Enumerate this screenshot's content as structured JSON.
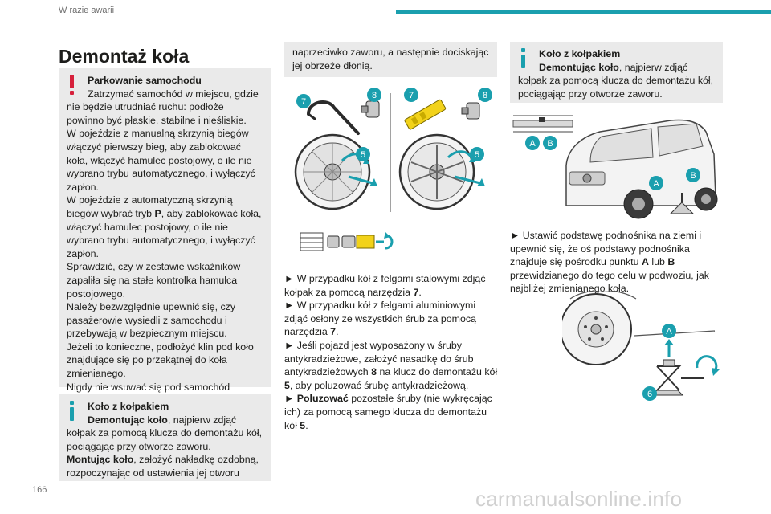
{
  "header": {
    "section": "W razie awarii",
    "accent": "#1a9fae"
  },
  "page_number": "166",
  "watermark": "carmanualsonline.info",
  "title": "Demontaż koła",
  "warning_note": {
    "heading": "Parkowanie samochodu",
    "first_line": "Zatrzymać samochód w miejscu, gdzie",
    "rest": "nie będzie utrudniać ruchu: podłoże powinno być płaskie, stabilne i nieśliskie.",
    "p2": "W pojeździe z manualną skrzynią biegów włączyć pierwszy bieg, aby zablokować koła, włączyć hamulec postojowy, o ile nie wybrano trybu automatycznego, i wyłączyć zapłon.",
    "p3_a": "W pojeździe z automatyczną skrzynią biegów wybrać tryb ",
    "p3_b": "P",
    "p3_c": ", aby zablokować koła, włączyć hamulec postojowy, o ile nie wybrano trybu automatycznego, i wyłączyć zapłon.",
    "p4": "Sprawdzić, czy w zestawie wskaźników zapaliła się na stałe kontrolka hamulca postojowego.",
    "p5": "Należy bezwzględnie upewnić się, czy pasażerowie wysiedli z samochodu i przebywają w bezpiecznym miejscu.",
    "p6": "Jeżeli to konieczne, podłożyć klin pod koło znajdujące się po przekątnej do koła zmienianego.",
    "p7": "Nigdy nie wsuwać się pod samochód ustawiony na podnośniku. Użyć specjalnej podstawki."
  },
  "info_note_1": {
    "heading": "Koło z kołpakiem",
    "line2_b": "Demontując koło",
    "line2_rest": ", najpierw zdjąć",
    "rest": "kołpak za pomocą klucza do demontażu kół, pociągając przy otworze zaworu.",
    "p2_b": "Montując koło",
    "p2_rest": ", założyć nakładkę ozdobną, rozpoczynając od ustawienia jej otworu"
  },
  "col2_top": {
    "text": "naprzeciwko zaworu, a następnie dociskając jej obrzeże dłonią."
  },
  "col2_steps": [
    {
      "a": "► W przypadku kół z felgami stalowymi zdjąć kołpak za pomocą narzędzia ",
      "b": "7",
      "c": "."
    },
    {
      "a": "► W przypadku kół z felgami aluminiowymi zdjąć osłony ze wszystkich śrub za pomocą narzędzia ",
      "b": "7",
      "c": "."
    },
    {
      "a": "► Jeśli pojazd jest wyposażony w śruby antykradzieżowe, założyć nasadkę do śrub antykradzieżowych ",
      "b": "8",
      "c": " na klucz do demontażu kół ",
      "d": "5",
      "e": ", aby poluzować śrubę antykradzieżową."
    },
    {
      "a": "► ",
      "b": "Poluzować",
      "c": " pozostałe śruby (nie wykręcając ich) za pomocą samego klucza do demontażu kół ",
      "d": "5",
      "e": "."
    }
  ],
  "info_note_2": {
    "heading": "Koło z kołpakiem",
    "line2_b": "Demontując koło",
    "line2_rest": ", najpierw zdjąć",
    "rest": "kołpak za pomocą klucza do demontażu kół, pociągając przy otworze zaworu."
  },
  "col3_step": {
    "a": "► Ustawić podstawę podnośnika na ziemi i upewnić się, że oś podstawy podnośnika znajduje się pośrodku punktu ",
    "b": "A",
    "c": " lub ",
    "d": "B",
    "e": " przewidzianego do tego celu w podwoziu, jak najbliżej zmienianego koła."
  },
  "callouts": {
    "n7": "7",
    "n8": "8",
    "n5": "5",
    "n6": "6",
    "A": "A",
    "B": "B"
  },
  "colors": {
    "teal": "#1a9fae",
    "red": "#d6203b",
    "note_bg": "#eaeaea"
  }
}
